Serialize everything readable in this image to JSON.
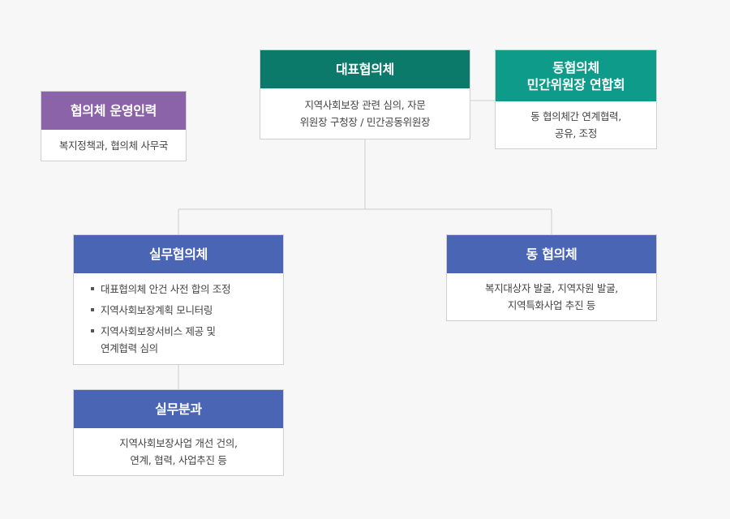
{
  "nodes": {
    "representative": {
      "title": "대표협의체",
      "lines": [
        "지역사회보장 관련 심의, 자문",
        "위원장 구청장 / 민간공동위원장"
      ]
    },
    "dong_chairs": {
      "title_lines": [
        "동협의체",
        "민간위원장 연합회"
      ],
      "lines": [
        "동 협의체간 연계협력,",
        "공유, 조정"
      ]
    },
    "staff": {
      "title": "협의체 운영인력",
      "lines": [
        "복지정책과, 협의체 사무국"
      ]
    },
    "working": {
      "title": "실무협의체",
      "items": [
        {
          "lines": [
            "대표협의체 안건 사전 합의 조정"
          ]
        },
        {
          "lines": [
            "지역사회보장계획 모니터링"
          ]
        },
        {
          "lines": [
            "지역사회보장서비스 제공 및",
            "연계협력 심의"
          ]
        }
      ]
    },
    "dong": {
      "title": "동 협의체",
      "lines": [
        "복지대상자 발굴, 지역자원 발굴,",
        "지역특화사업 추진 등"
      ]
    },
    "subcommittee": {
      "title": "실무분과",
      "lines": [
        "지역사회보장사업 개선 건의,",
        "연계, 협력, 사업추진 등"
      ]
    }
  },
  "colors": {
    "representative_header": "#0c7a6a",
    "dong_chairs_header": "#0f9b8a",
    "staff_header": "#8a63a8",
    "blue_header": "#4a65b4",
    "connector": "#cccccc"
  }
}
